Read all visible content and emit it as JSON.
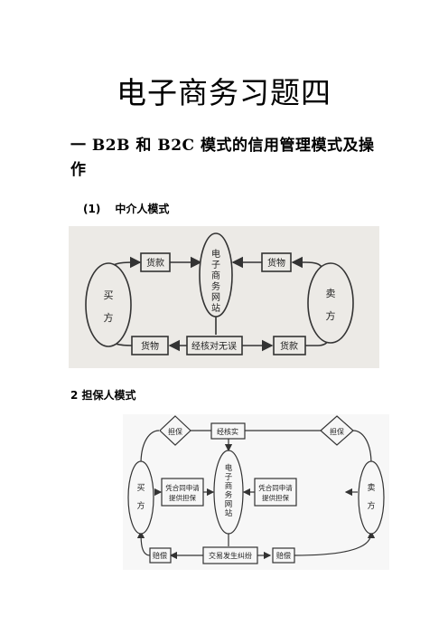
{
  "document": {
    "title": "电子商务习题四",
    "section_heading": "一 B2B 和 B2C 模式的信用管理模式及操作",
    "subsection1": {
      "number": "(1)",
      "label": "中介人模式"
    },
    "subsection2": {
      "label": "2 担保人模式"
    }
  },
  "diagram1": {
    "buyer": "买方",
    "seller": "卖方",
    "center": "电子商务网站",
    "top_left": "货款",
    "top_right": "货物",
    "bottom_left": "货物",
    "bottom_middle": "经核对无误",
    "bottom_right": "货款"
  },
  "diagram2": {
    "buyer": "买方",
    "seller": "卖方",
    "center": "电子商务网站",
    "guarantee_left": "担保",
    "guarantee_right": "担保",
    "verify": "经核实",
    "left_box_line1": "凭合同申请",
    "left_box_line2": "提供担保",
    "right_box_line1": "凭合同申请",
    "right_box_line2": "提供担保",
    "bottom_left": "赔偿",
    "bottom_middle": "交易发生纠纷",
    "bottom_right": "赔偿"
  }
}
